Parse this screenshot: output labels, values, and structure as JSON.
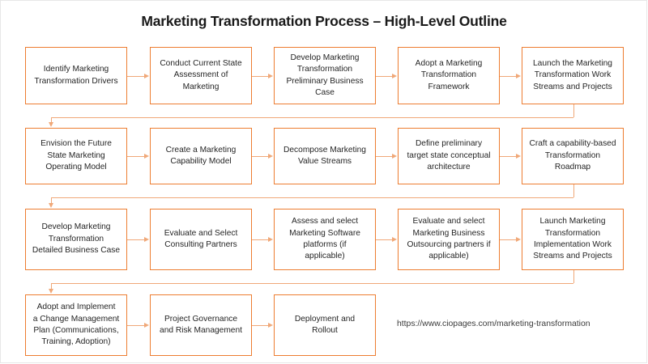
{
  "document": {
    "title": "Marketing Transformation Process – High-Level Outline",
    "background_color": "#ffffff",
    "accent_color": "#ED7D31",
    "connector_color": "#F0A878",
    "text_color": "#252525"
  },
  "flow": {
    "type": "process-flow",
    "direction": "left-to-right, wrapping to next row",
    "columns": 5,
    "rows": 4,
    "steps": [
      {
        "n": 1,
        "label": "Identify Marketing\nTransformation Drivers",
        "row": 1,
        "col": 1
      },
      {
        "n": 2,
        "label": "Conduct Current State\nAssessment of\nMarketing",
        "row": 1,
        "col": 2
      },
      {
        "n": 3,
        "label": "Develop Marketing\nTransformation\nPreliminary Business\nCase",
        "row": 1,
        "col": 3
      },
      {
        "n": 4,
        "label": "Adopt a Marketing\nTransformation\nFramework",
        "row": 1,
        "col": 4
      },
      {
        "n": 5,
        "label": "Launch the Marketing\nTransformation Work\nStreams and Projects",
        "row": 1,
        "col": 5
      },
      {
        "n": 6,
        "label": "Envision the Future\nState Marketing\nOperating Model",
        "row": 2,
        "col": 1
      },
      {
        "n": 7,
        "label": "Create a Marketing\nCapability Model",
        "row": 2,
        "col": 2
      },
      {
        "n": 8,
        "label": "Decompose Marketing\nValue Streams",
        "row": 2,
        "col": 3
      },
      {
        "n": 9,
        "label": "Define preliminary\ntarget state conceptual\narchitecture",
        "row": 2,
        "col": 4
      },
      {
        "n": 10,
        "label": "Craft a capability-based\nTransformation\nRoadmap",
        "row": 2,
        "col": 5
      },
      {
        "n": 11,
        "label": "Develop Marketing\nTransformation\nDetailed Business Case",
        "row": 3,
        "col": 1
      },
      {
        "n": 12,
        "label": "Evaluate and Select\nConsulting Partners",
        "row": 3,
        "col": 2
      },
      {
        "n": 13,
        "label": "Assess and select\nMarketing Software\nplatforms (if\napplicable)",
        "row": 3,
        "col": 3
      },
      {
        "n": 14,
        "label": "Evaluate and select\nMarketing Business\nOutsourcing partners if\napplicable)",
        "row": 3,
        "col": 4
      },
      {
        "n": 15,
        "label": "Launch Marketing\nTransformation\nImplementation Work\nStreams and Projects",
        "row": 3,
        "col": 5
      },
      {
        "n": 16,
        "label": "Adopt and Implement\na Change Management\nPlan (Communications,\nTraining, Adoption)",
        "row": 4,
        "col": 1
      },
      {
        "n": 17,
        "label": "Project Governance\nand Risk Management",
        "row": 4,
        "col": 2
      },
      {
        "n": 18,
        "label": "Deployment and\nRollout",
        "row": 4,
        "col": 3
      }
    ]
  },
  "footer": {
    "url": "https://www.ciopages.com/marketing-transformation"
  }
}
